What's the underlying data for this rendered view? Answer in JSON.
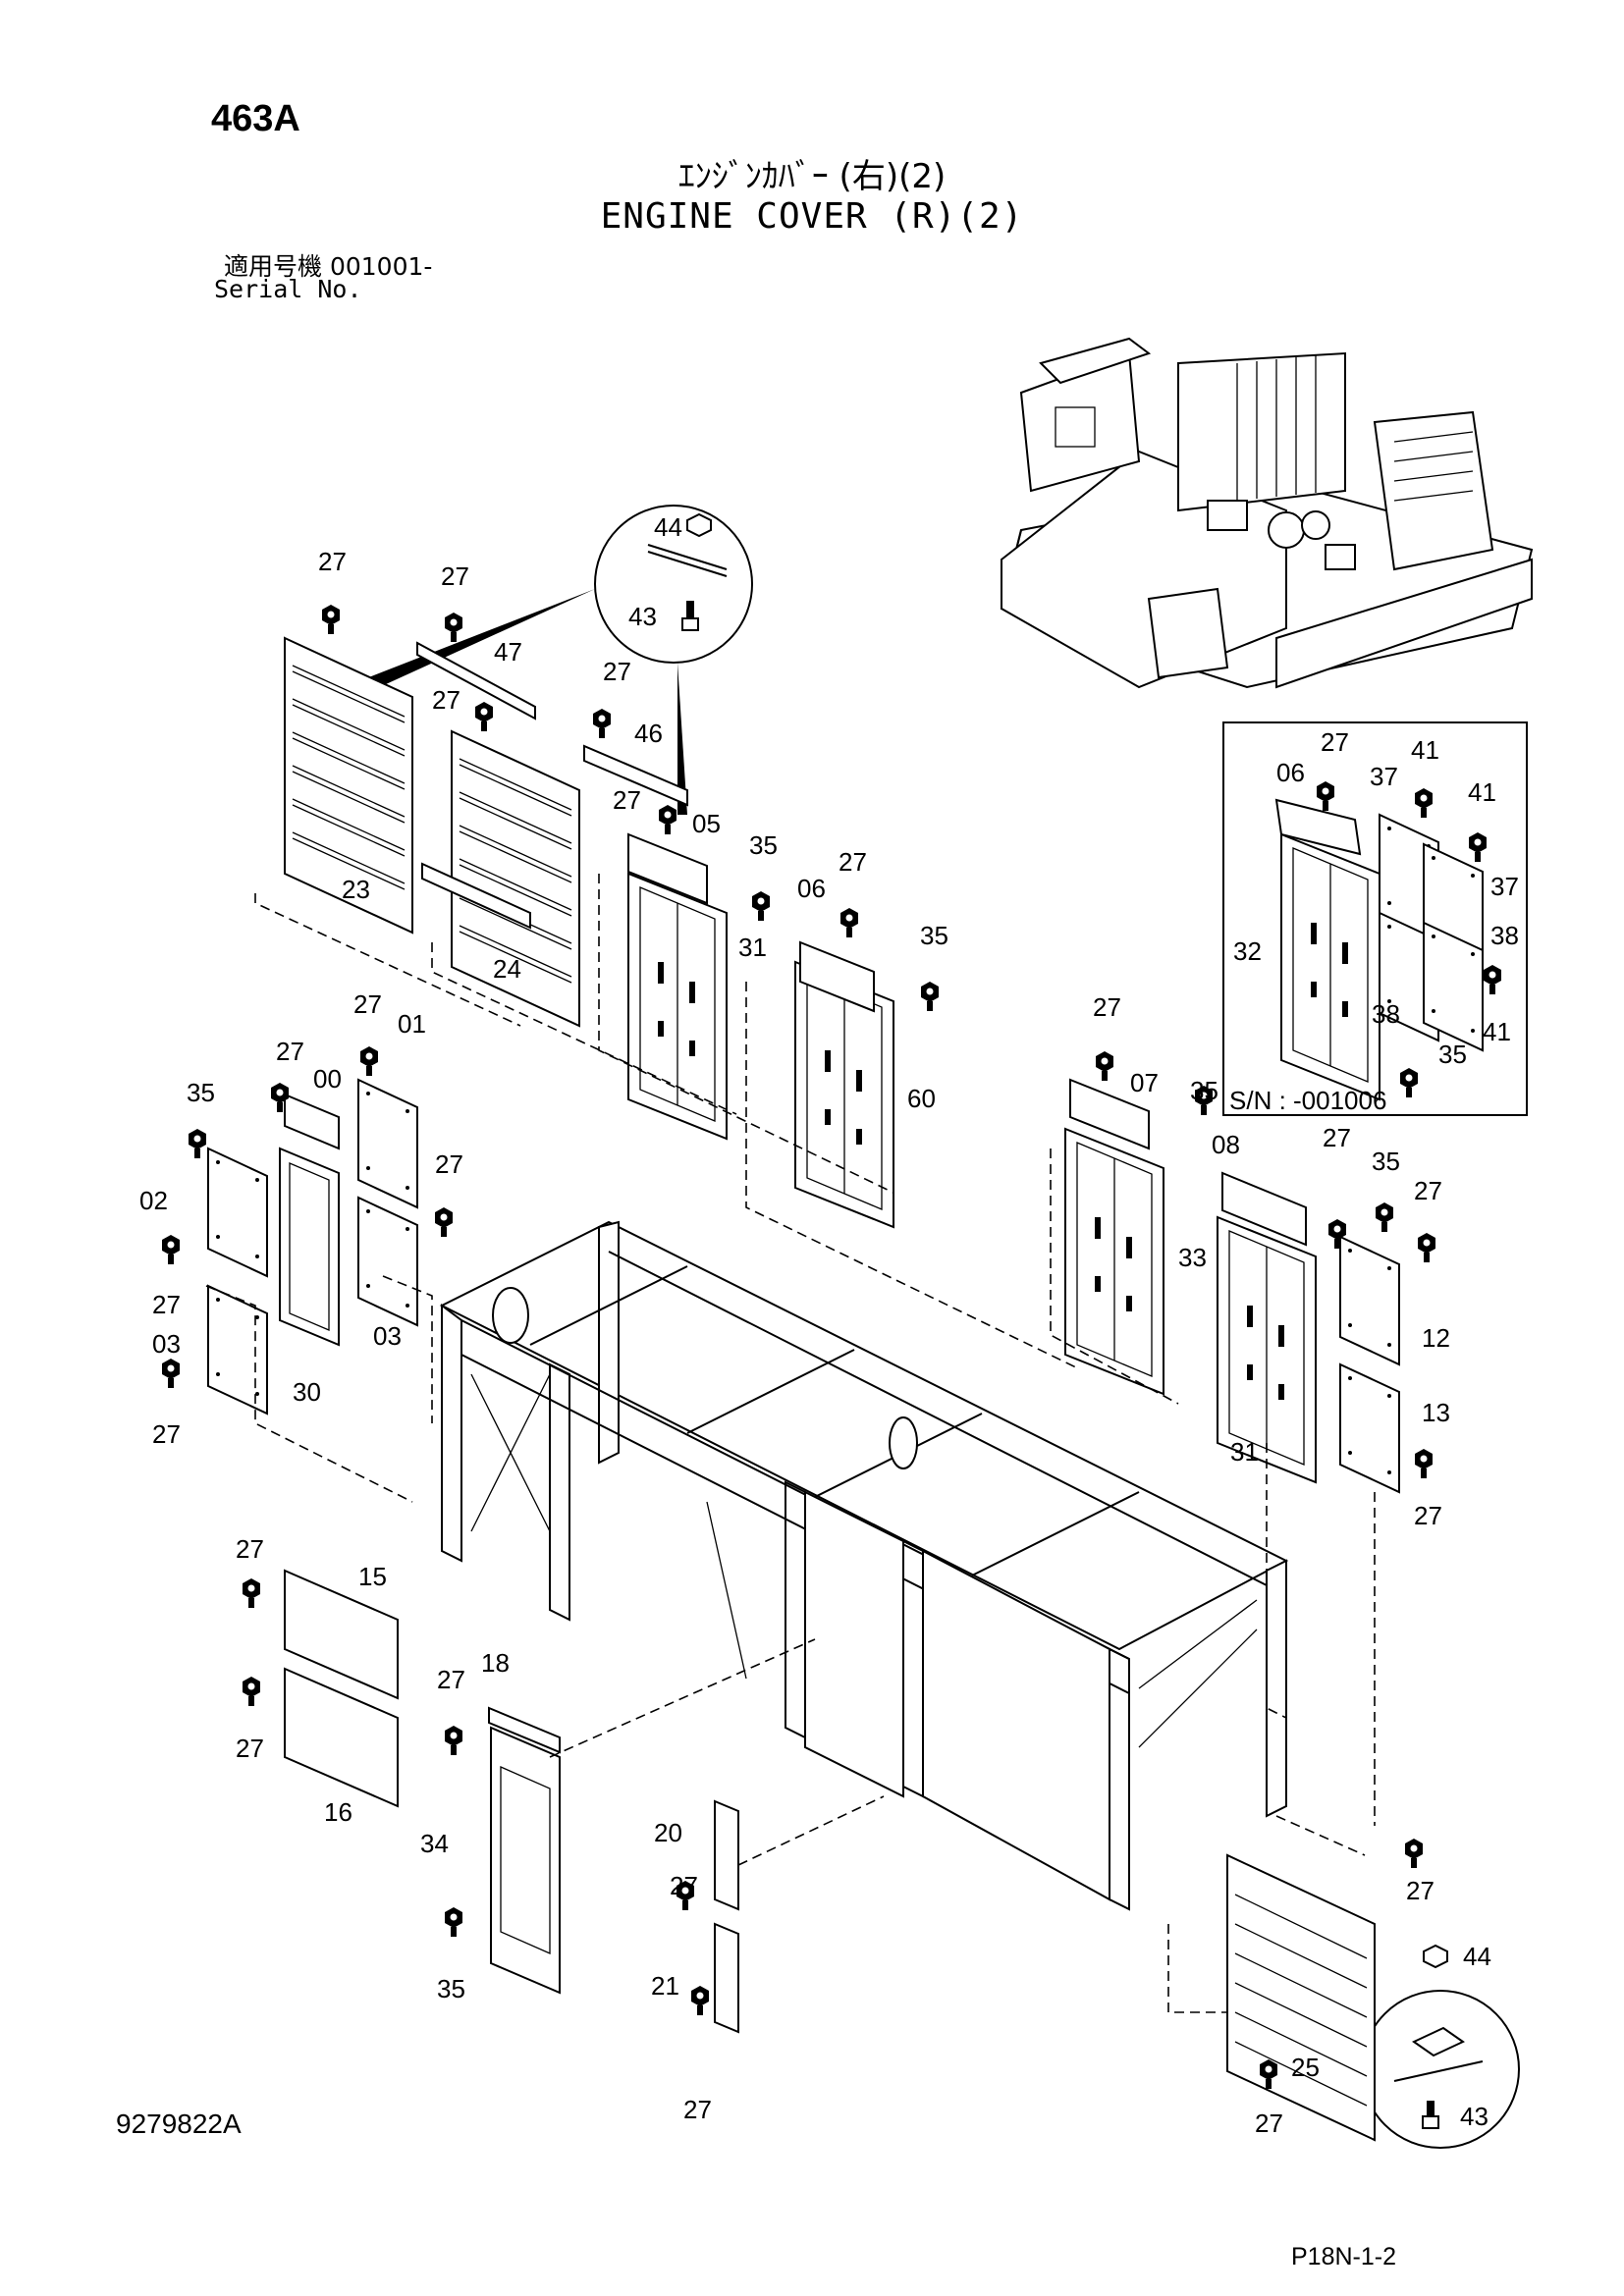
{
  "header": {
    "page_number": "463A",
    "title_jp": "ｴﾝｼﾞﾝｶﾊﾞｰ (右)(2)",
    "title_en": "ENGINE COVER (R)(2)",
    "serial_label_jp": "適用号機  001001-",
    "serial_label_en": "Serial No."
  },
  "inset": {
    "serial_note": "S/N : -001006"
  },
  "footer": {
    "drawing_number": "9279822A",
    "page_ref": "P18N-1-2"
  },
  "callouts": {
    "c00": "00",
    "c01": "01",
    "c02": "02",
    "c03": "03",
    "c05": "05",
    "c06": "06",
    "c07": "07",
    "c08": "08",
    "c12": "12",
    "c13": "13",
    "c15": "15",
    "c16": "16",
    "c18": "18",
    "c20": "20",
    "c21": "21",
    "c23": "23",
    "c24": "24",
    "c25": "25",
    "c27": "27",
    "c30": "30",
    "c31": "31",
    "c32": "32",
    "c33": "33",
    "c34": "34",
    "c35": "35",
    "c37": "37",
    "c38": "38",
    "c41": "41",
    "c43": "43",
    "c44": "44",
    "c46": "46",
    "c47": "47",
    "c60": "60"
  },
  "icons": [
    "bolt-icon",
    "nut-icon",
    "stud-icon"
  ]
}
